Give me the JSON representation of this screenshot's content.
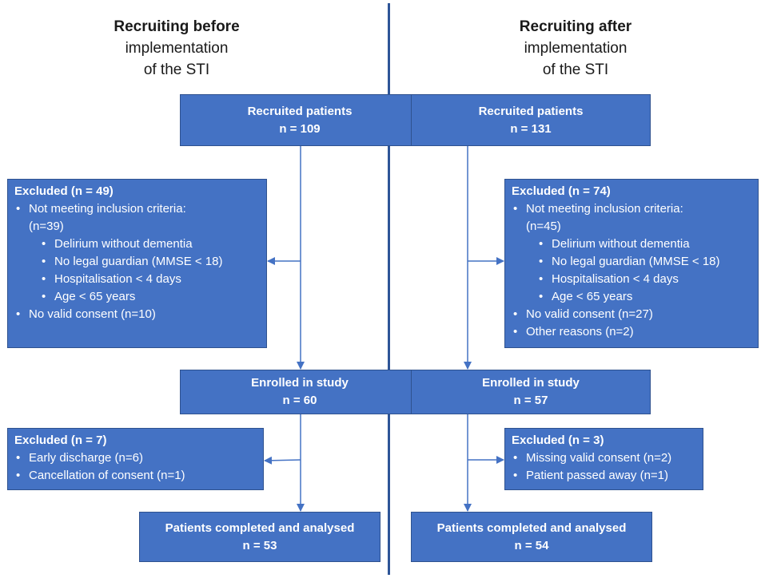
{
  "colors": {
    "box_fill": "#4472c4",
    "box_border": "#2f528f",
    "divider": "#2e5597",
    "arrow": "#4472c4"
  },
  "left": {
    "heading_bold": "Recruiting before",
    "heading_line2": "implementation",
    "heading_line3": "of the STI",
    "recruited": {
      "title": "Recruited patients",
      "count": "n = 109"
    },
    "excluded1": {
      "title": "Excluded (n = 49)",
      "items": [
        {
          "level": 1,
          "text": "Not meeting inclusion criteria:",
          "cont": "(n=39)"
        },
        {
          "level": 2,
          "text": "Delirium without dementia"
        },
        {
          "level": 2,
          "text": "No legal guardian (MMSE < 18)"
        },
        {
          "level": 2,
          "text": "Hospitalisation < 4 days"
        },
        {
          "level": 2,
          "text": "Age < 65 years"
        },
        {
          "level": 1,
          "text": "No valid consent (n=10)"
        }
      ]
    },
    "enrolled": {
      "title": "Enrolled in study",
      "count": "n = 60"
    },
    "excluded2": {
      "title": "Excluded (n = 7)",
      "items": [
        {
          "level": 1,
          "text": "Early discharge (n=6)"
        },
        {
          "level": 1,
          "text": "Cancellation of consent (n=1)"
        }
      ]
    },
    "completed": {
      "title": "Patients completed and analysed",
      "count": "n = 53"
    }
  },
  "right": {
    "heading_bold": "Recruiting after",
    "heading_line2": "implementation",
    "heading_line3": "of the STI",
    "recruited": {
      "title": "Recruited patients",
      "count": "n = 131"
    },
    "excluded1": {
      "title": "Excluded (n = 74)",
      "items": [
        {
          "level": 1,
          "text": "Not meeting inclusion criteria:",
          "cont": "(n=45)"
        },
        {
          "level": 2,
          "text": "Delirium without dementia"
        },
        {
          "level": 2,
          "text": "No legal guardian (MMSE < 18)"
        },
        {
          "level": 2,
          "text": "Hospitalisation < 4 days"
        },
        {
          "level": 2,
          "text": "Age < 65 years"
        },
        {
          "level": 1,
          "text": "No valid consent (n=27)"
        },
        {
          "level": 1,
          "text": "Other reasons (n=2)"
        }
      ]
    },
    "enrolled": {
      "title": "Enrolled in study",
      "count": "n = 57"
    },
    "excluded2": {
      "title": "Excluded (n = 3)",
      "items": [
        {
          "level": 1,
          "text": "Missing valid consent (n=2)"
        },
        {
          "level": 1,
          "text": "Patient passed away (n=1)"
        }
      ]
    },
    "completed": {
      "title": "Patients completed and analysed",
      "count": "n = 54"
    }
  }
}
